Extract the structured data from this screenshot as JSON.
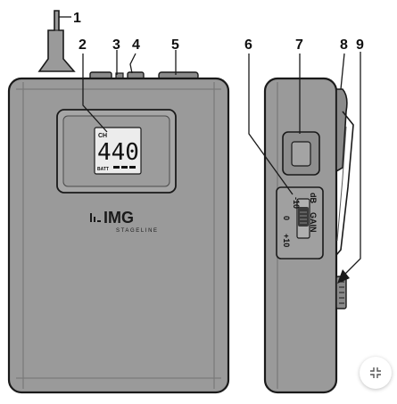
{
  "callouts": [
    "1",
    "2",
    "3",
    "4",
    "5",
    "6",
    "7",
    "8",
    "9"
  ],
  "lcd": {
    "ch_label": "CH",
    "channel_value": "440",
    "batt_label": "BATT"
  },
  "logo": {
    "main": "IMG",
    "sub": "STAGELINE"
  },
  "gain_switch": {
    "minus": "-10",
    "zero": "0",
    "plus": "+10",
    "unit": "dB",
    "label": "GAIN"
  },
  "colors": {
    "body": "#9a9a9a",
    "body_dark": "#7d7d7d",
    "outline": "#1a1a1a",
    "lcd": "#ececec"
  },
  "fab": {
    "icon": "collapse-icon"
  }
}
